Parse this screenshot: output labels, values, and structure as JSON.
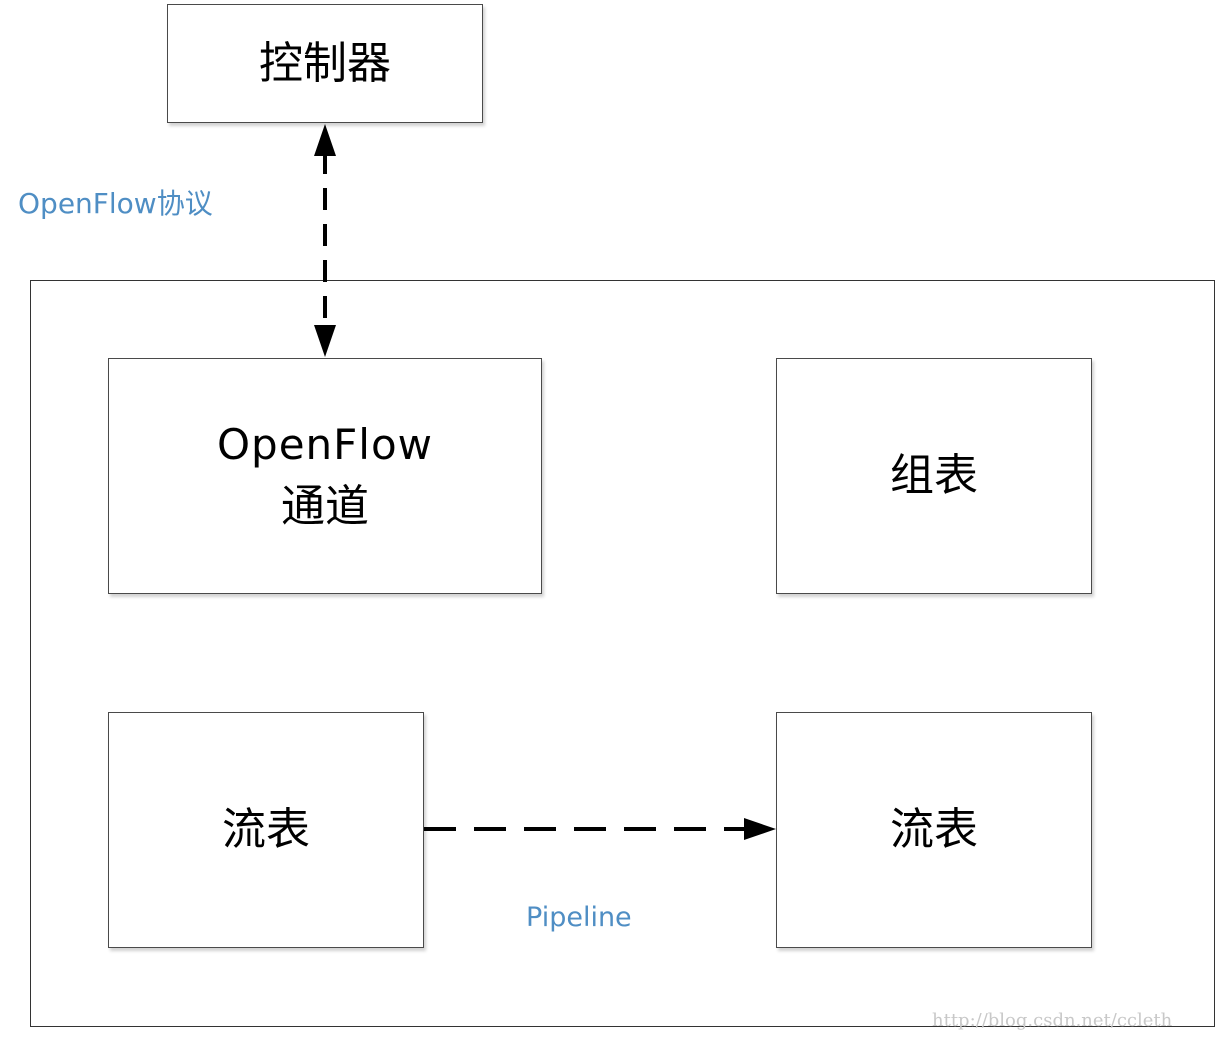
{
  "nodes": {
    "controller": {
      "label": "控制器"
    },
    "openflow_channel": {
      "line1": "OpenFlow",
      "line2": "通道"
    },
    "group_table": {
      "label": "组表"
    },
    "flow_table_left": {
      "label": "流表"
    },
    "flow_table_right": {
      "label": "流表"
    }
  },
  "edges": {
    "controller_channel": {
      "label": "OpenFlow协议",
      "style": "dashed",
      "arrows": "both"
    },
    "pipeline": {
      "label": "Pipeline",
      "style": "dashed",
      "arrows": "forward"
    }
  },
  "watermark": "http://blog.csdn.net/ccleth",
  "colors": {
    "annotation": "#4f8ec4",
    "stroke": "#000000",
    "watermark": "#c8c8c8"
  }
}
